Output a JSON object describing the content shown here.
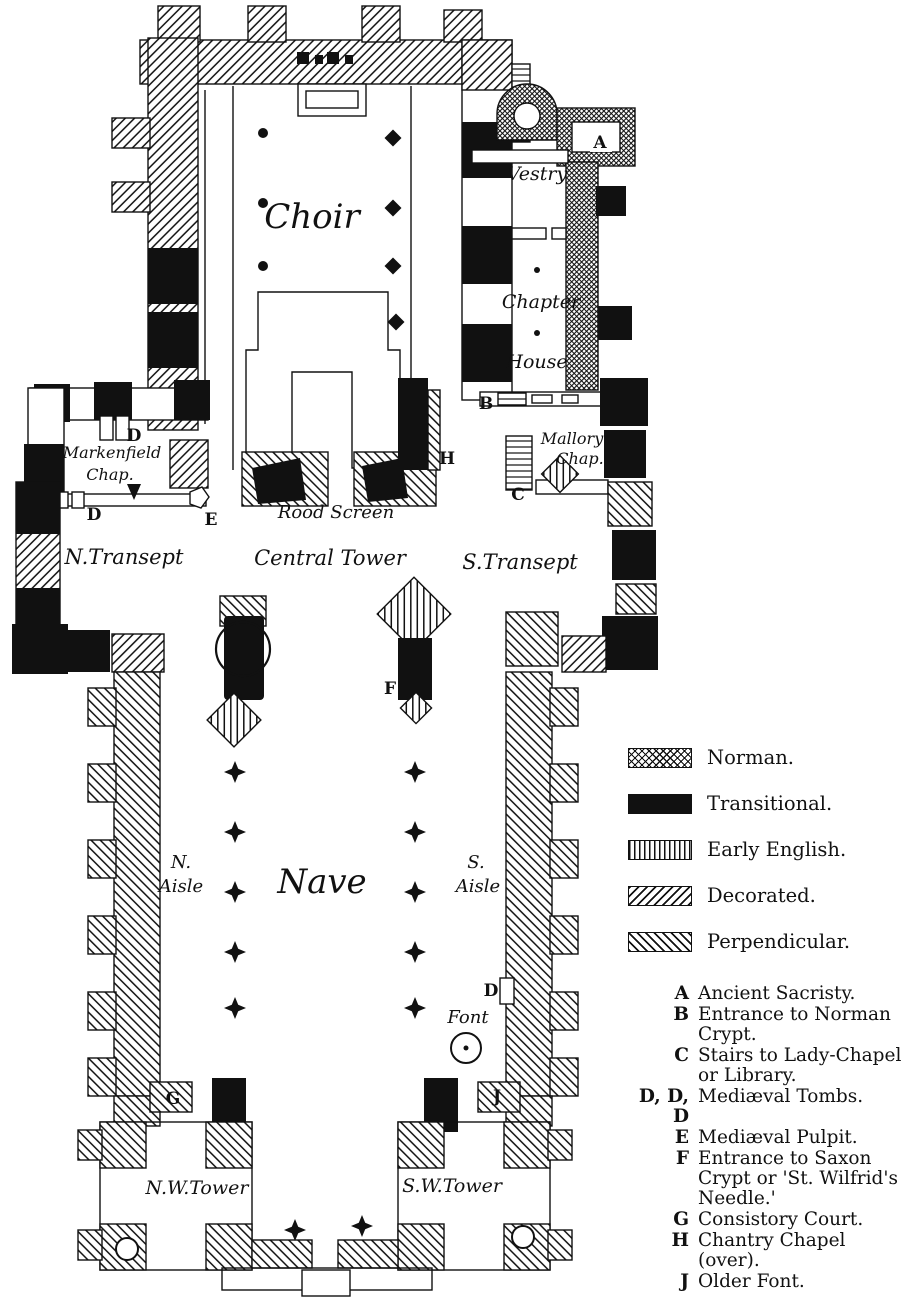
{
  "colors": {
    "ink": "#111111",
    "paper": "#ffffff"
  },
  "plan": {
    "labels": {
      "choir": "Choir",
      "vestry": "Vestry",
      "chapter": "Chapter",
      "house": "House",
      "mallory_line1": "Mallory",
      "mallory_line2": "Chap.",
      "markenfield_line1": "Markenfield",
      "markenfield_line2": "Chap.",
      "rood_screen": "Rood Screen",
      "n_transept": "N.Transept",
      "central_tower": "Central Tower",
      "s_transept": "S.Transept",
      "n_aisle_line1": "N.",
      "n_aisle_line2": "Aisle",
      "nave": "Nave",
      "s_aisle_line1": "S.",
      "s_aisle_line2": "Aisle",
      "font": "Font",
      "nw_tower": "N.W.Tower",
      "sw_tower": "S.W.Tower"
    },
    "markers": {
      "A": "A",
      "B": "B",
      "C": "C",
      "D": "D",
      "E": "E",
      "F": "F",
      "G": "G",
      "H": "H",
      "J": "J"
    }
  },
  "legend": {
    "items": [
      {
        "id": "norman",
        "label": "Norman."
      },
      {
        "id": "transitional",
        "label": "Transitional."
      },
      {
        "id": "early_english",
        "label": "Early English."
      },
      {
        "id": "decorated",
        "label": "Decorated."
      },
      {
        "id": "perpendicular",
        "label": "Perpendicular."
      }
    ]
  },
  "key": {
    "items": [
      {
        "letter": "A",
        "text": "Ancient Sacristy."
      },
      {
        "letter": "B",
        "text": "Entrance to Norman Crypt."
      },
      {
        "letter": "C",
        "text": "Stairs to Lady-Chapel or Library."
      },
      {
        "letter": "D, D, D",
        "text": "Mediæval Tombs."
      },
      {
        "letter": "E",
        "text": "Mediæval Pulpit."
      },
      {
        "letter": "F",
        "text": "Entrance to Saxon Crypt or 'St. Wilfrid's Needle.'"
      },
      {
        "letter": "G",
        "text": "Consistory Court."
      },
      {
        "letter": "H",
        "text": "Chantry Chapel (over)."
      },
      {
        "letter": "J",
        "text": "Older Font."
      }
    ]
  }
}
